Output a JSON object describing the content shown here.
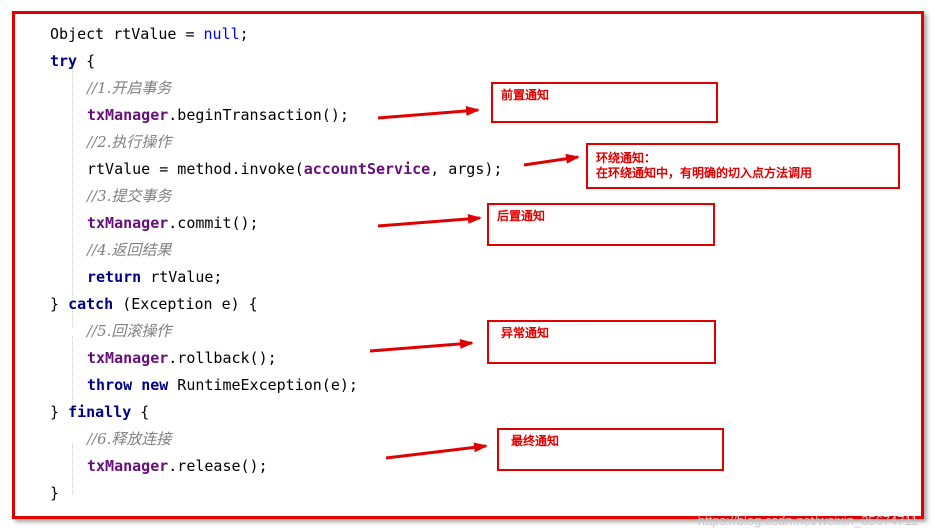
{
  "code": {
    "l1": "Object rtValue = ",
    "l1_null": "null",
    "l1_end": ";",
    "try_kw": "try",
    "try_end": " {",
    "c1": "//1.开启事务",
    "tx1": "txManager",
    "begin": ".beginTransaction();",
    "c2": "//2.执行操作",
    "invoke_a": "rtValue = method.invoke(",
    "invoke_b": "accountService",
    "invoke_c": ", args);",
    "c3": "//3.提交事务",
    "tx3": "txManager",
    "commit": ".commit();",
    "c4": "//4.返回结果",
    "return_kw": "return",
    "return_rest": " rtValue;",
    "catch_a": "} ",
    "catch_kw": "catch",
    "catch_rest": " (Exception e) {",
    "c5": "//5.回滚操作",
    "tx5": "txManager",
    "rollback": ".rollback();",
    "throw_kw": "throw",
    "new_kw": "new",
    "throw_rest": " RuntimeException(e);",
    "finally_a": "} ",
    "finally_kw": "finally",
    "finally_rest": " {",
    "c6": "//6.释放连接",
    "tx6": "txManager",
    "release": ".release();",
    "close": "}"
  },
  "notes": {
    "before": "前置通知",
    "around_1": "环绕通知：",
    "around_2": "在环绕通知中，有明确的切入点方法调用",
    "after_returning": "后置通知",
    "after_throwing": "异常通知",
    "after": "最终通知"
  },
  "colors": {
    "annotation": "#e00000",
    "keyword": "#000080",
    "field": "#660e7a",
    "comment": "#808080",
    "literal": "#0000ff"
  },
  "watermark": "https://blog.csdn.net/weixin_35674711"
}
